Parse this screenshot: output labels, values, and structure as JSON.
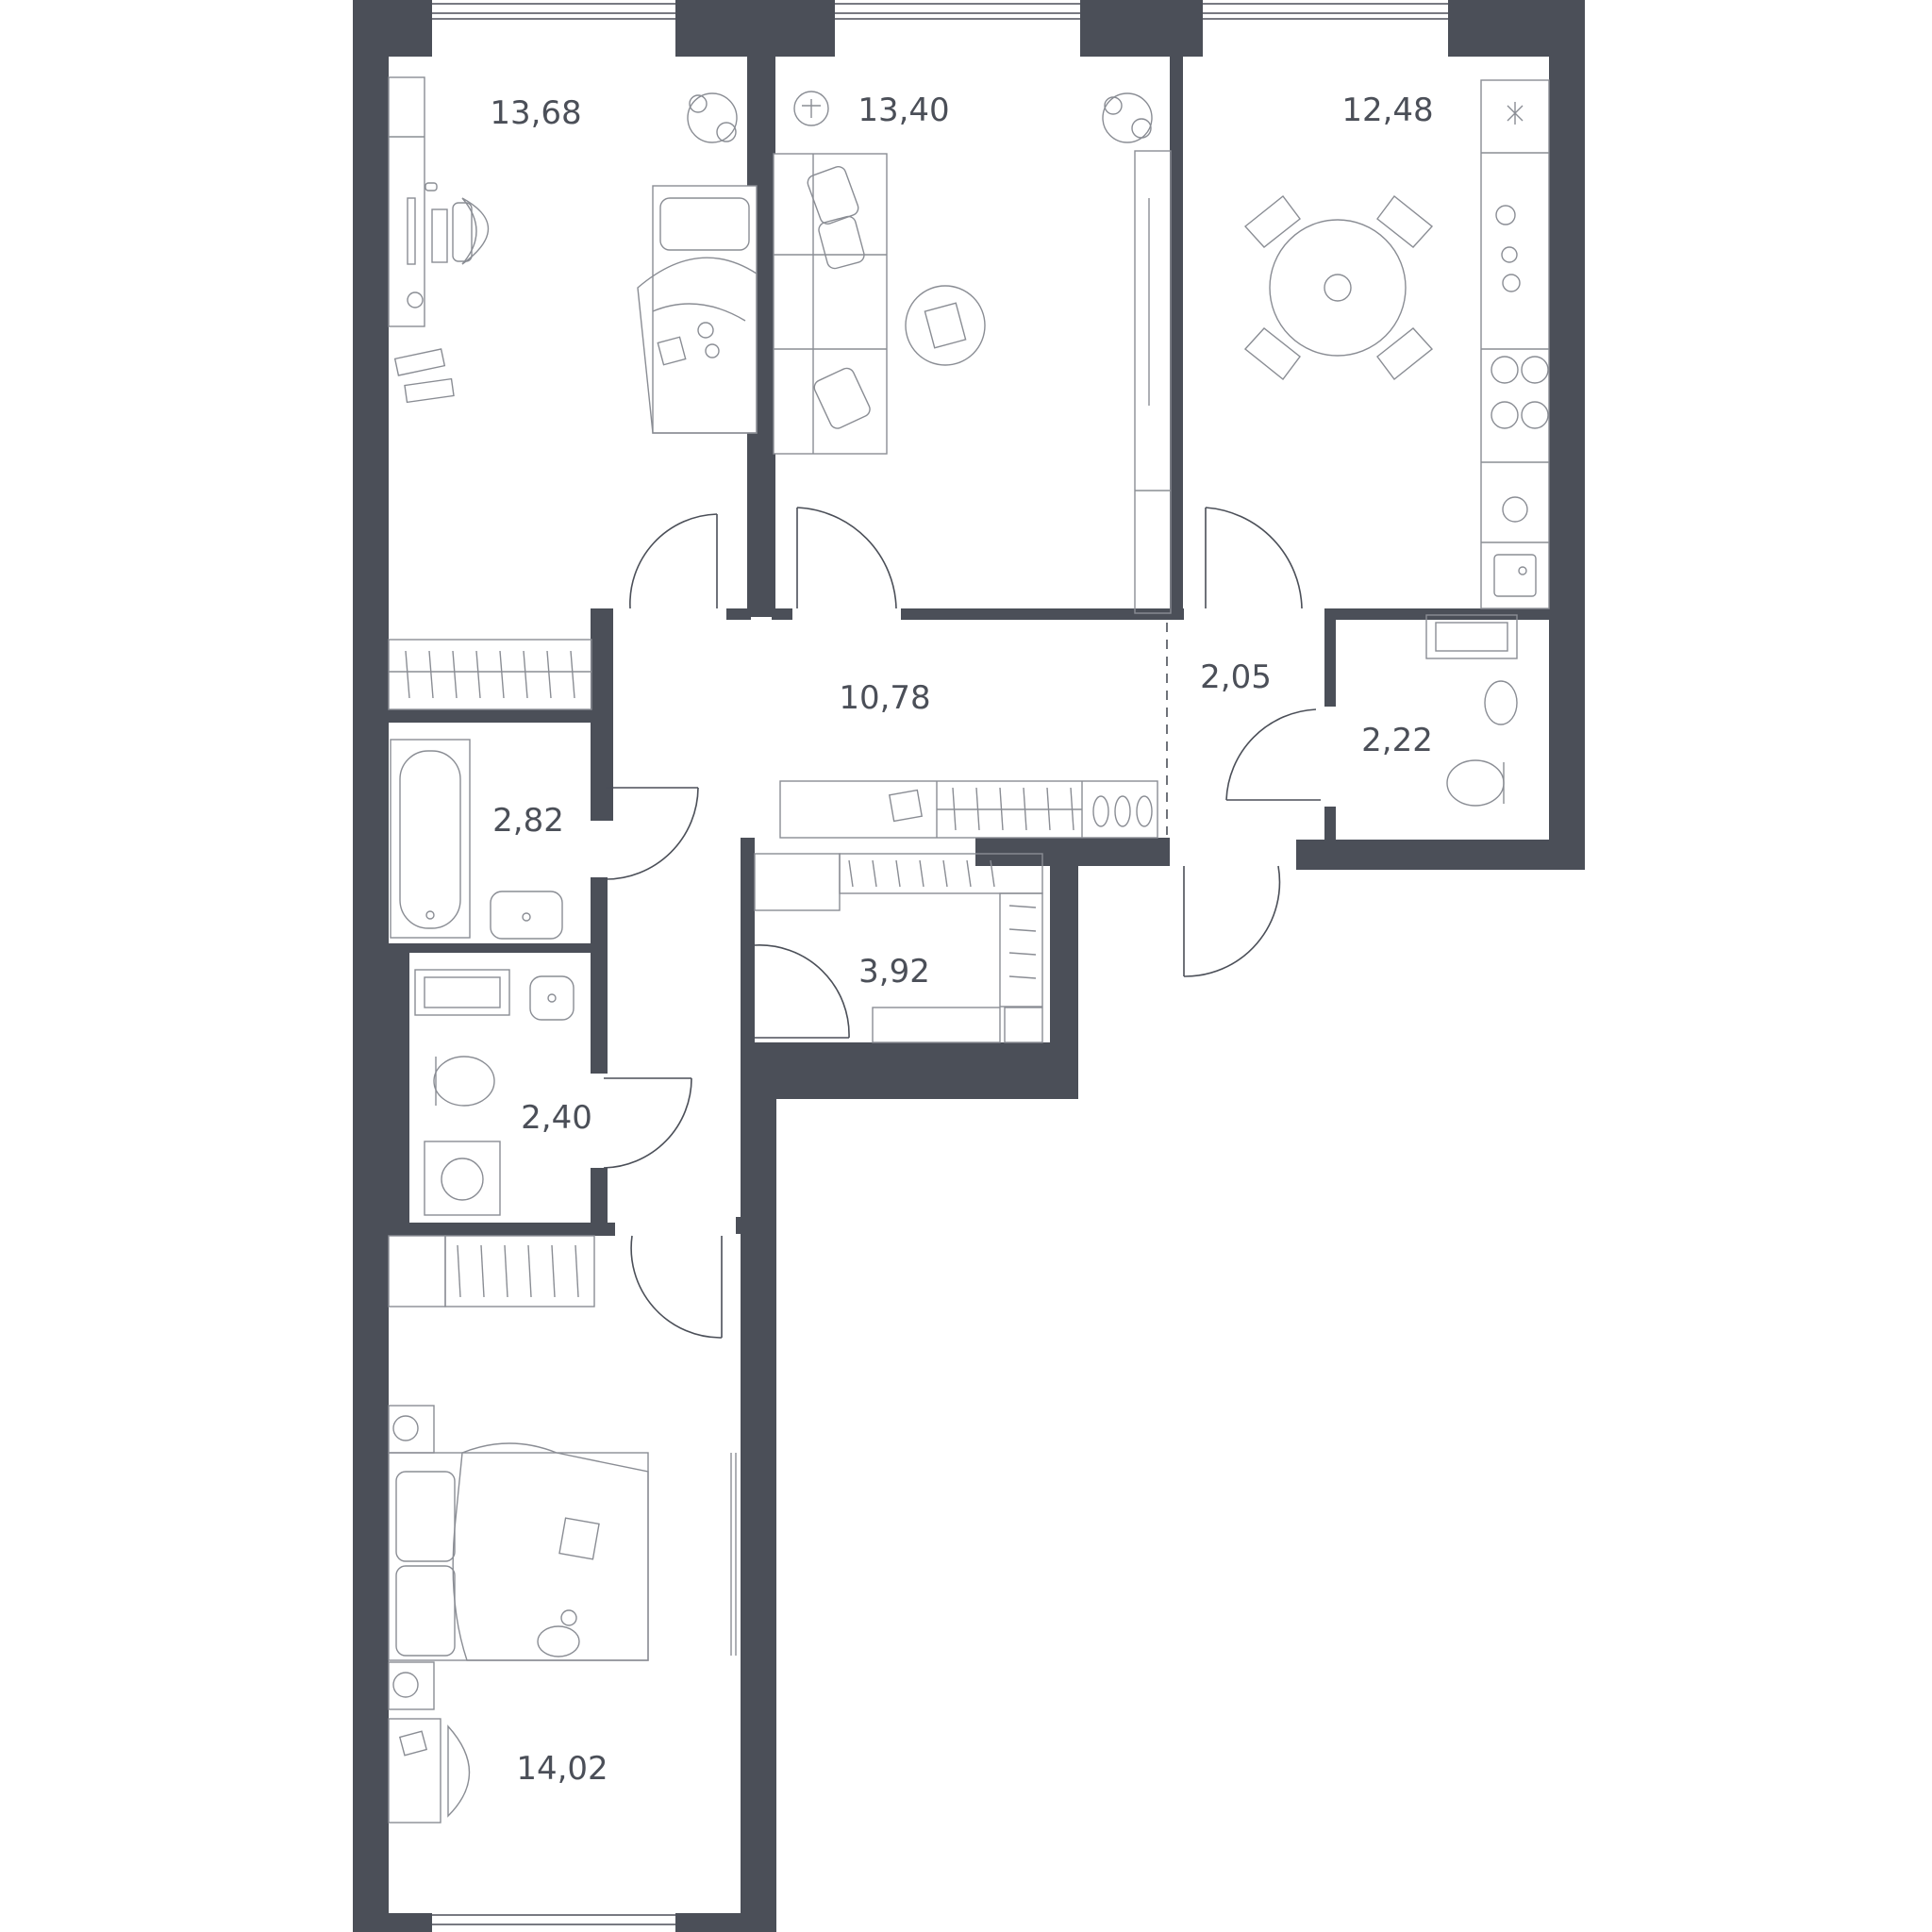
{
  "plan": {
    "colors": {
      "wall": "#4b4f58",
      "fixture": "#8a8d94",
      "background": "#ffffff"
    },
    "rooms": [
      {
        "id": "bedroom-top-left",
        "area": "13,68"
      },
      {
        "id": "living-room",
        "area": "13,40"
      },
      {
        "id": "kitchen",
        "area": "12,48"
      },
      {
        "id": "hallway",
        "area": "10,78"
      },
      {
        "id": "corridor",
        "area": "2,05"
      },
      {
        "id": "toilet-right",
        "area": "2,22"
      },
      {
        "id": "bathroom",
        "area": "2,82"
      },
      {
        "id": "closet",
        "area": "3,92"
      },
      {
        "id": "toilet-laundry",
        "area": "2,40"
      },
      {
        "id": "bedroom-bottom",
        "area": "14,02"
      }
    ],
    "icons": [
      "window-icon",
      "door-icon",
      "bed-icon",
      "sofa-icon",
      "desk-icon",
      "chair-icon",
      "plant-icon",
      "dining-table-icon",
      "stove-icon",
      "sink-icon",
      "bathtub-icon",
      "toilet-icon",
      "washing-machine-icon",
      "wardrobe-icon",
      "shoe-rack-icon",
      "tv-icon",
      "cat-icon"
    ]
  }
}
